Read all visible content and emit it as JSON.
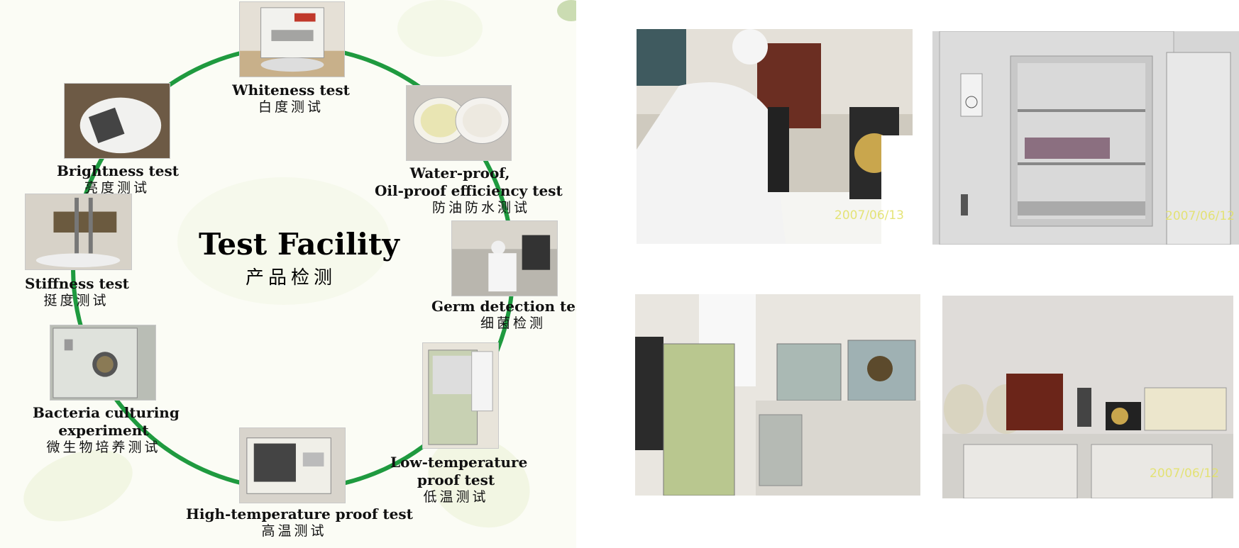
{
  "left": {
    "center_title": "Test Facility",
    "center_subtitle": "产品检测",
    "items": [
      {
        "en": "Whiteness test",
        "zh": "白度测试"
      },
      {
        "en": "Water-proof,",
        "en2": "Oil-proof efficiency test",
        "zh": "防油防水测试"
      },
      {
        "en": "Germ detection test",
        "zh": "细菌检测"
      },
      {
        "en": "Low-temperature",
        "en2": "proof test",
        "zh": "低温测试"
      },
      {
        "en": "High-temperature proof test",
        "zh": "高温测试"
      },
      {
        "en": "Bacteria culturing",
        "en2": "experiment",
        "zh": "微生物培养测试"
      },
      {
        "en": "Stiffness test",
        "zh": "挺度测试"
      },
      {
        "en": "Brightness test",
        "zh": "亮度测试"
      }
    ]
  },
  "right": {
    "photos": [
      {
        "date": "2007/06/13"
      },
      {
        "date": "2007/06/12"
      },
      {
        "date": ""
      },
      {
        "date": "2007/06/12"
      }
    ]
  },
  "colors": {
    "ring": "#1f9a3f",
    "text": "#111111",
    "date_stamp": "#e3e26a"
  }
}
